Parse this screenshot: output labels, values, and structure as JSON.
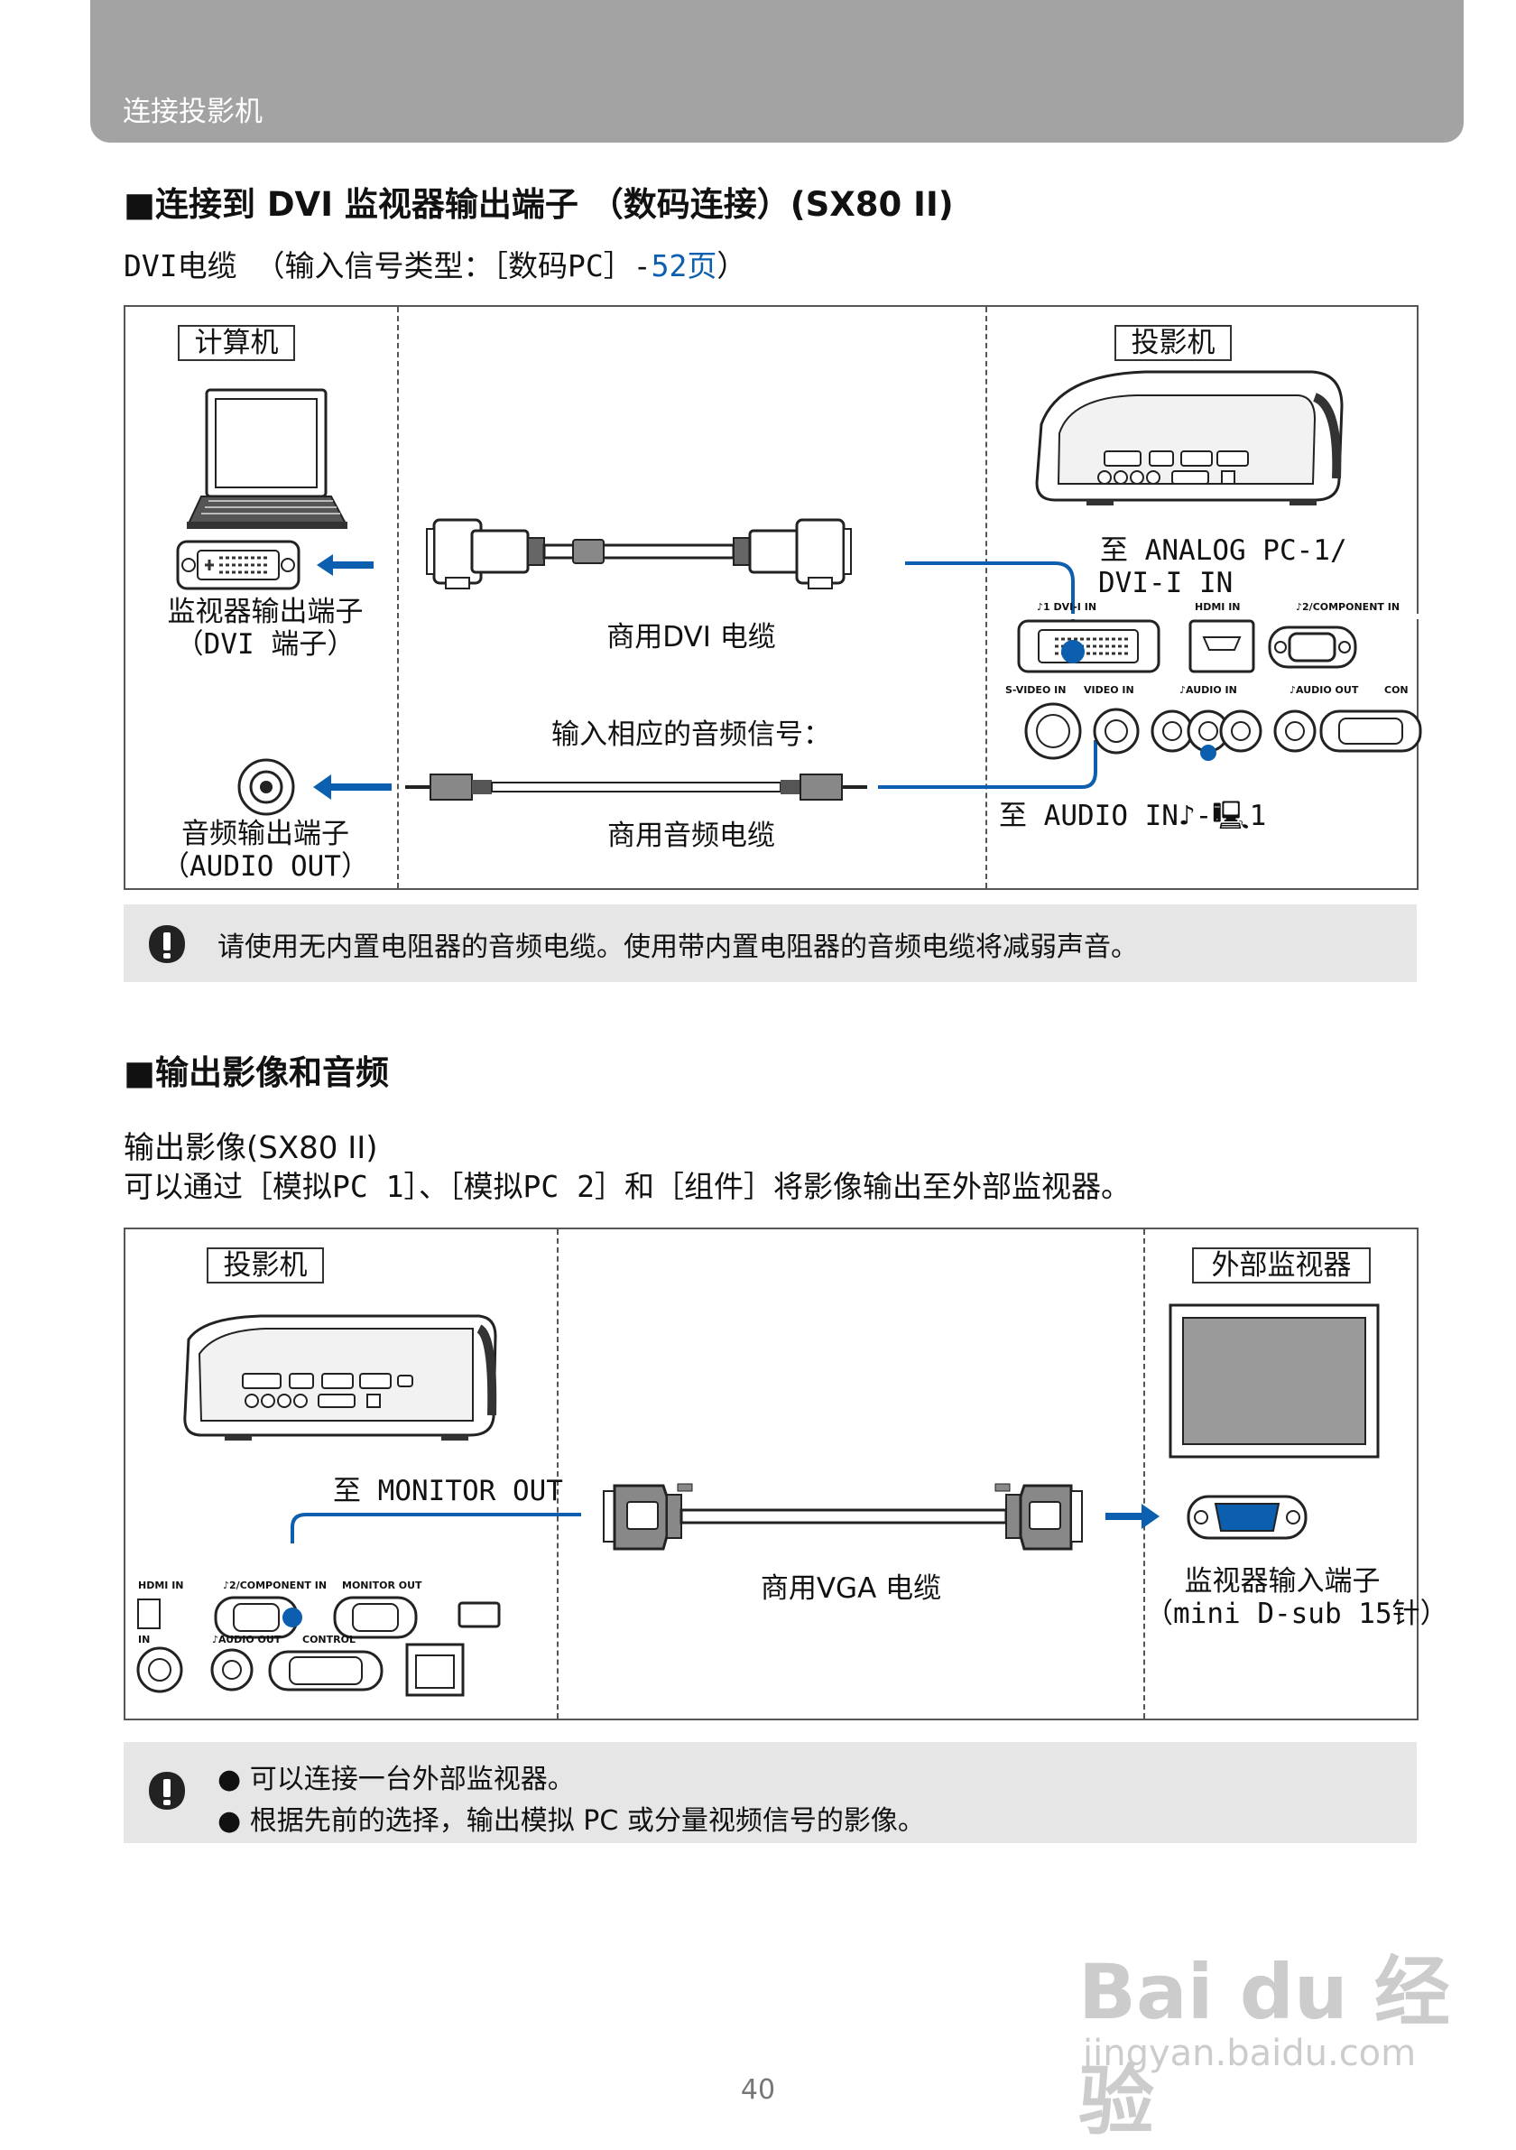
{
  "header": {
    "title": "连接投影机"
  },
  "section1": {
    "title": "■连接到 DVI 监视器输出端子 （数码连接）(SX80 II)",
    "subtitle_prefix": "DVI电缆 （输入信号类型：［数码PC］-",
    "subtitle_link": "52页",
    "subtitle_suffix": "）",
    "diagram": {
      "computer_label": "计算机",
      "projector_label": "投影机",
      "monitor_out_label_1": "监视器输出端子",
      "monitor_out_label_2": "（DVI 端子）",
      "dvi_cable_label": "商用DVI 电缆",
      "audio_signal_label": "输入相应的音频信号：",
      "audio_cable_label": "商用音频电缆",
      "audio_out_label_1": "音频输出端子",
      "audio_out_label_2": "（AUDIO OUT）",
      "to_analog_1": "至 ANALOG PC-1/",
      "to_analog_2": "DVI-I IN",
      "to_audio_in": "至 AUDIO IN♪-🖳1",
      "panel_dvi": "♪1 DVI-I IN",
      "panel_hdmi": "HDMI IN",
      "panel_component": "♪2/COMPONENT IN",
      "panel_svideo": "S-VIDEO IN",
      "panel_video": "VIDEO IN",
      "panel_audio_in": "♪AUDIO IN",
      "panel_audio_out": "♪AUDIO OUT",
      "panel_con": "CON"
    },
    "note": "请使用无内置电阻器的音频电缆。使用带内置电阻器的音频电缆将减弱声音。"
  },
  "section2": {
    "title": "■输出影像和音频",
    "subheading": "输出影像(SX80 II)",
    "desc": "可以通过［模拟PC 1］、［模拟PC 2］和［组件］将影像输出至外部监视器。",
    "diagram": {
      "projector_label": "投影机",
      "monitor_label": "外部监视器",
      "to_monitor_out": "至 MONITOR OUT",
      "vga_cable_label": "商用VGA 电缆",
      "monitor_in_label_1": "监视器输入端子",
      "monitor_in_label_2": "（mini D-sub 15针）",
      "panel_hdmi": "HDMI IN",
      "panel_component": "♪2/COMPONENT IN",
      "panel_monitor_out": "MONITOR OUT",
      "panel_audio_out": "♪AUDIO OUT",
      "panel_control": "CONTROL",
      "panel_in": "IN"
    },
    "notes": [
      "● 可以连接一台外部监视器。",
      "● 根据先前的选择，输出模拟 PC 或分量视频信号的影像。"
    ]
  },
  "footer": {
    "page_number": "40"
  },
  "watermark": {
    "line1": "Bai du 经验",
    "line2": "jingyan.baidu.com"
  },
  "colors": {
    "accent_blue": "#0b5fae",
    "header_gray": "#a3a3a3",
    "note_gray": "#e6e6e6"
  }
}
